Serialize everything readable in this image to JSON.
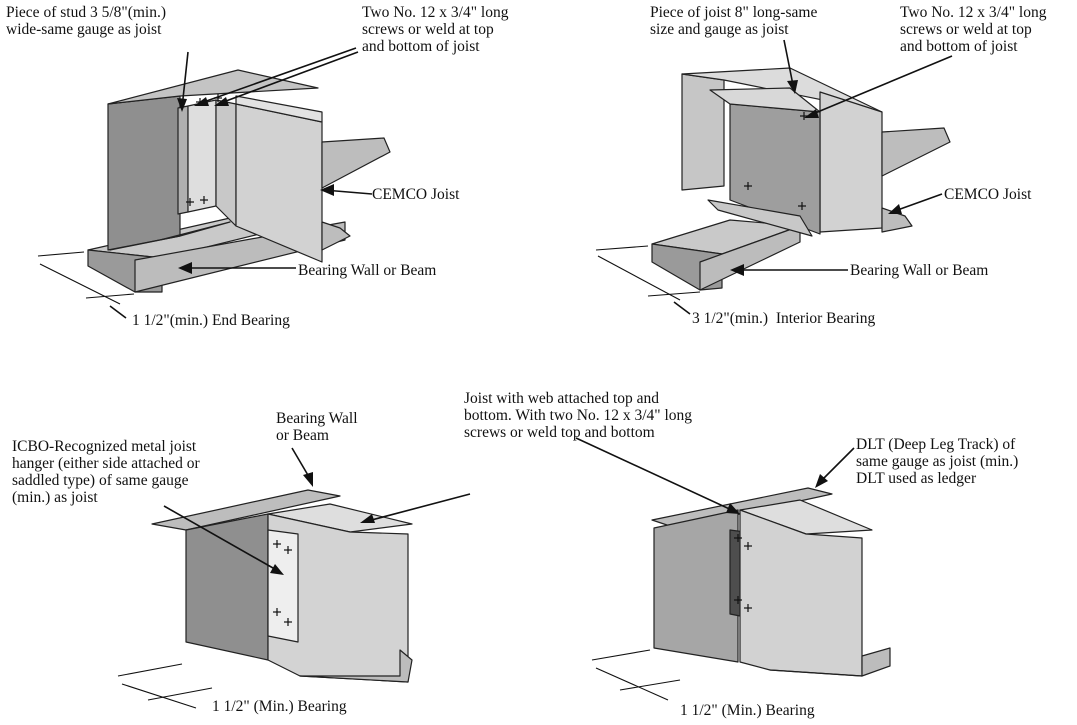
{
  "title": "",
  "colors": {
    "face_light": "#d6d6d6",
    "face_mid": "#bdbdbd",
    "face_dark": "#8f8f8f",
    "face_darker": "#555555",
    "edge": "#222222",
    "ink": "#111111"
  },
  "details": {
    "end_bearing": {
      "label_stud": "Piece of stud 3 5/8\"(min.)\nwide-same gauge as joist",
      "label_screws": "Two No. 12 x 3/4\" long\nscrews or weld at top\nand bottom of joist",
      "label_joist": "CEMCO Joist",
      "label_wall": "Bearing Wall or Beam",
      "label_dim": "1 1/2\"(min.) End Bearing"
    },
    "interior_bearing": {
      "label_piece": "Piece of joist 8\" long-same\nsize and gauge as joist",
      "label_screws": "Two No. 12 x 3/4\" long\nscrews or weld at top\nand bottom of joist",
      "label_joist": "CEMCO Joist",
      "label_wall": "Bearing Wall or Beam",
      "label_dim": "3 1/2\"(min.)  Interior Bearing"
    },
    "hanger_bearing": {
      "label_wall": "Bearing Wall\nor Beam",
      "label_hanger": "ICBO-Recognized metal joist\nhanger (either side attached or\nsaddled type) of same gauge\n(min.) as joist",
      "label_web": "Joist with web attached top and\nbottom. With two No. 12 x 3/4\" long\nscrews or weld top and bottom",
      "label_dim": "1 1/2\" (Min.) Bearing"
    },
    "dlt_bearing": {
      "label_dlt": "DLT (Deep Leg Track) of\nsame gauge as joist (min.)\nDLT used as ledger",
      "label_dim": "1 1/2\" (Min.) Bearing"
    }
  }
}
